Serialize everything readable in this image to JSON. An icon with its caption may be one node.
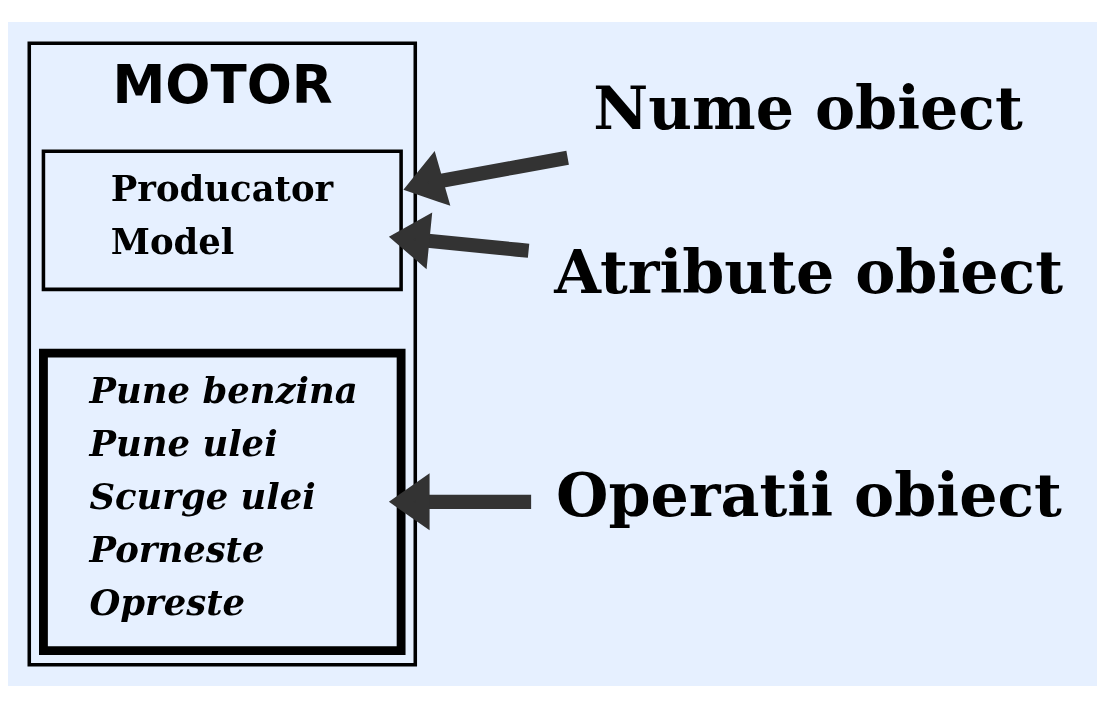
{
  "diagram": {
    "nodes": [
      {
        "text": [
          "MOTOR"
        ]
      },
      {
        "text": [
          "Producator",
          "Model"
        ],
        "in": 0
      },
      {
        "text": [
          "Pune benzina",
          "Pune ulei",
          "Scurge ulei",
          "Porneste",
          "Opreste"
        ],
        "in": 0
      },
      {
        "text": [
          "Nume obiect"
        ]
      },
      {
        "text": [
          "Atribute obiect"
        ]
      },
      {
        "text": [
          "Operatii obiect"
        ]
      }
    ],
    "edges": [
      {
        "from": 3,
        "to": 0,
        "arrow": "to"
      },
      {
        "from": 4,
        "to": 1,
        "arrow": "to"
      },
      {
        "from": 5,
        "to": 2,
        "arrow": "to"
      }
    ]
  }
}
